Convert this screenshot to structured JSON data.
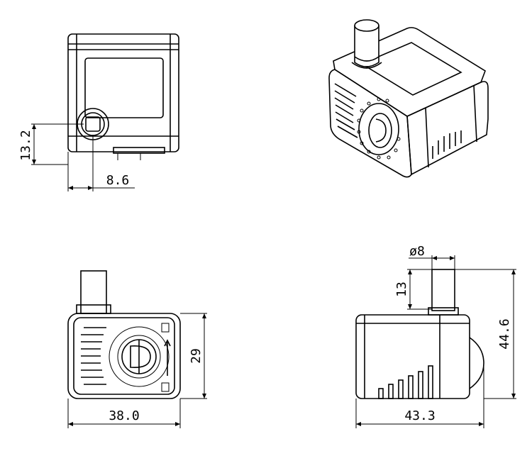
{
  "front_view": {
    "dim_height": "13.2",
    "dim_offset": "8.6"
  },
  "side_view_left": {
    "dim_width": "38.0",
    "dim_height": "29"
  },
  "side_view_right": {
    "dim_diameter": "ø8",
    "dim_outlet": "13",
    "dim_width": "43.3",
    "dim_height": "44.6"
  },
  "colors": {
    "line": "#000000",
    "background": "#ffffff"
  }
}
